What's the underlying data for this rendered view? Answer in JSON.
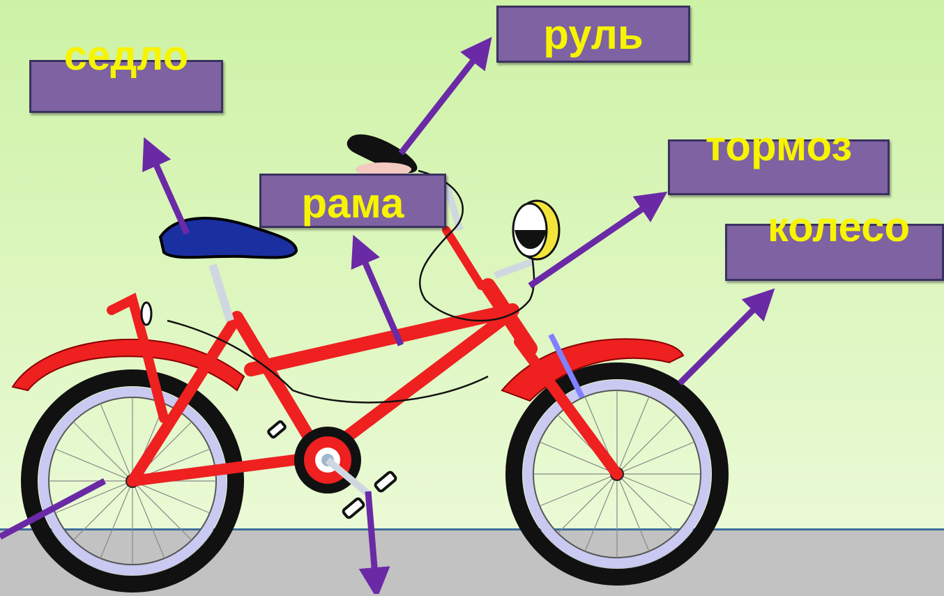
{
  "labels": {
    "saddle": "седло",
    "handlebar": "руль",
    "brake": "тормоз",
    "frame": "рама",
    "wheel": "колесо"
  },
  "colors": {
    "background": "#d8f5b8",
    "ground": "#c2c2c2",
    "label_box": "#7e62a2",
    "label_text": "#f6f400",
    "arrow": "#6a2aa6",
    "frame": "#ee2020",
    "tire": "#111111",
    "rim": "#c9c9f2",
    "saddle": "#1a2fa0"
  }
}
